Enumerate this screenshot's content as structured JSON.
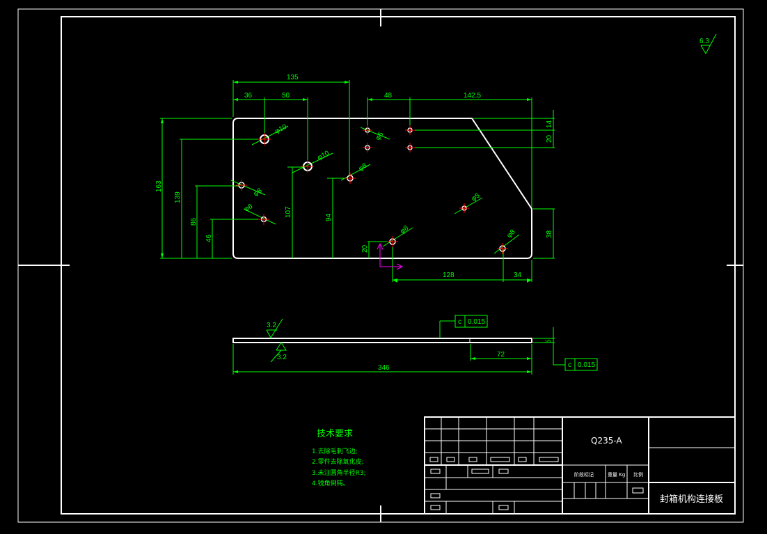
{
  "colors": {
    "background": "#000000",
    "frame": "#ffffff",
    "dimension": "#00ff00",
    "hole_mark": "#ff0000",
    "ucs": "#ff00ff"
  },
  "roughness": {
    "top_right": "6.3",
    "side_top": "3.2",
    "side_bottom": "3.2"
  },
  "plan_dims": {
    "d135": "135",
    "d36": "36",
    "d50": "50",
    "d48": "48",
    "d142_5": "142.5",
    "d163": "163",
    "d139": "139",
    "d86": "86",
    "d46": "46",
    "d107": "107",
    "d94": "94",
    "d20_left": "20",
    "d14": "14",
    "d20_right": "20",
    "d38": "38",
    "d128": "128",
    "d34": "34"
  },
  "hole_labels": {
    "h1": "φ10",
    "h2": "φ10",
    "h3": "φ5",
    "h4": "φ8",
    "h5": "φ8",
    "h6": "φ6",
    "h7": "φ5",
    "h8": "φ8",
    "h9": "φ8"
  },
  "side_dims": {
    "length": "346",
    "d72": "72",
    "thickness": "5"
  },
  "tolerance": {
    "top": {
      "datum": "c",
      "value": "0.015"
    },
    "right": {
      "datum": "c",
      "value": "0.015"
    }
  },
  "requirements": {
    "title": "技术要求",
    "items": [
      "1.去除毛刺飞边;",
      "2.零件去除氧化皮;",
      "3.未注圆角半径R3;",
      "4.锐角倒钝。"
    ]
  },
  "title_block": {
    "material": "Q235-A",
    "stage_label": "阶段标记",
    "weight_label": "重量 Kg",
    "scale_label": "比例",
    "part_name": "封箱机构连接板"
  }
}
